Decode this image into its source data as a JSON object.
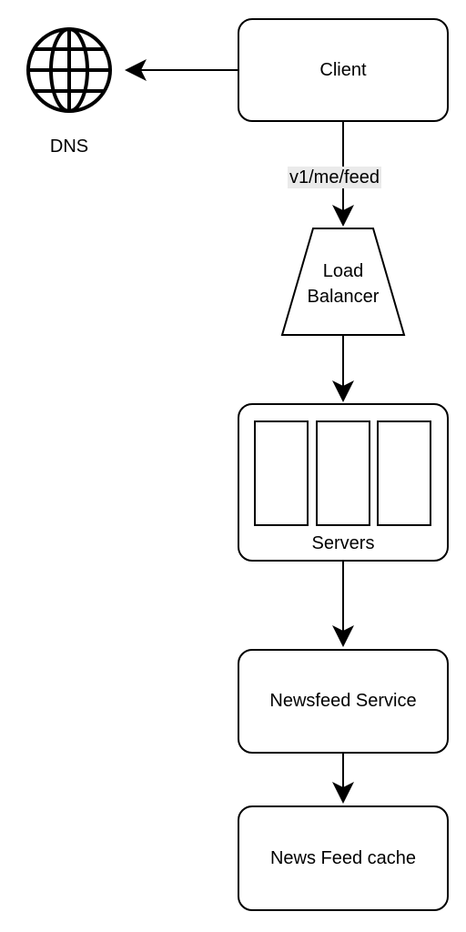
{
  "nodes": {
    "dns": {
      "label": "DNS",
      "icon": "globe-icon"
    },
    "client": {
      "label": "Client"
    },
    "load_balancer": {
      "line1": "Load",
      "line2": "Balancer"
    },
    "servers": {
      "label": "Servers"
    },
    "newsfeed_service": {
      "label": "Newsfeed Service"
    },
    "news_feed_cache": {
      "label": "News Feed cache"
    }
  },
  "edges": {
    "client_to_lb": {
      "label": "v1/me/feed"
    }
  },
  "edges_list": [
    {
      "from": "client",
      "to": "dns"
    },
    {
      "from": "client",
      "to": "load_balancer",
      "label": "v1/me/feed"
    },
    {
      "from": "load_balancer",
      "to": "servers"
    },
    {
      "from": "servers",
      "to": "newsfeed_service"
    },
    {
      "from": "newsfeed_service",
      "to": "news_feed_cache"
    }
  ]
}
